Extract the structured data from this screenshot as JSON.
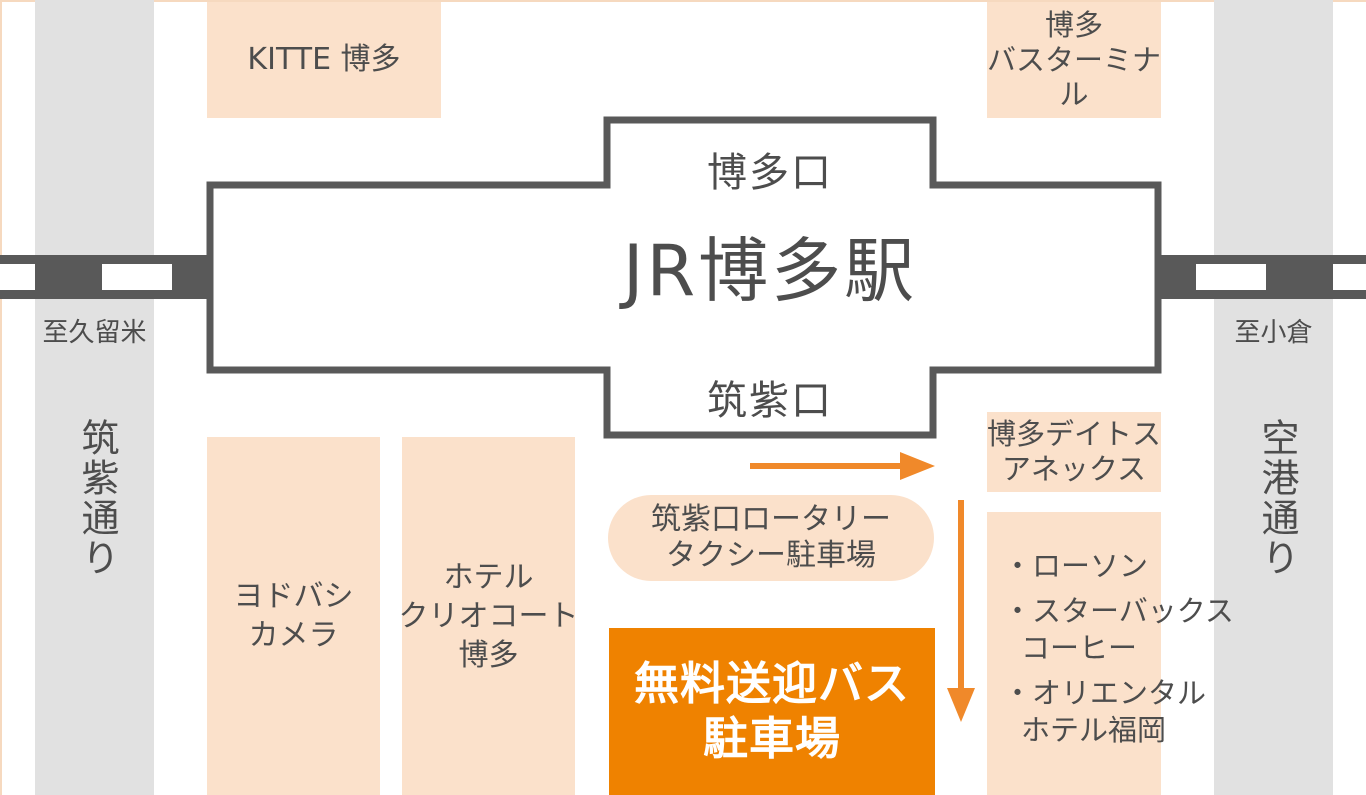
{
  "station": {
    "name": "JR博多駅",
    "north_exit": "博多口",
    "south_exit": "筑紫口"
  },
  "roads": {
    "left": "筑紫通り",
    "right": "空港通り"
  },
  "directions": {
    "left": "至久留米",
    "right": "至小倉"
  },
  "buildings": {
    "kitte": "KITTE 博多",
    "bus_terminal_line1": "博多",
    "bus_terminal_line2": "バスターミナル",
    "yodobashi_line1": "ヨドバシ",
    "yodobashi_line2": "カメラ",
    "hotel_line1": "ホテル",
    "hotel_line2": "クリオコート",
    "hotel_line3": "博多",
    "deitos_line1": "博多デイトス",
    "deitos_line2": "アネックス"
  },
  "rotary": {
    "line1": "筑紫口ロータリー",
    "line2": "タクシー駐車場"
  },
  "shuttle": {
    "line1": "無料送迎バス",
    "line2": "駐車場"
  },
  "shops": [
    {
      "line1": "・ローソン"
    },
    {
      "line1": "・スターバックス",
      "line2": "コーヒー"
    },
    {
      "line1": "・オリエンタル",
      "line2": "ホテル福岡"
    }
  ],
  "colors": {
    "accent_orange": "#ef8200",
    "arrow_orange": "#f0892a",
    "block_peach": "#fbe1cb",
    "road_gray": "#e1e1e1",
    "station_outline": "#595959"
  }
}
